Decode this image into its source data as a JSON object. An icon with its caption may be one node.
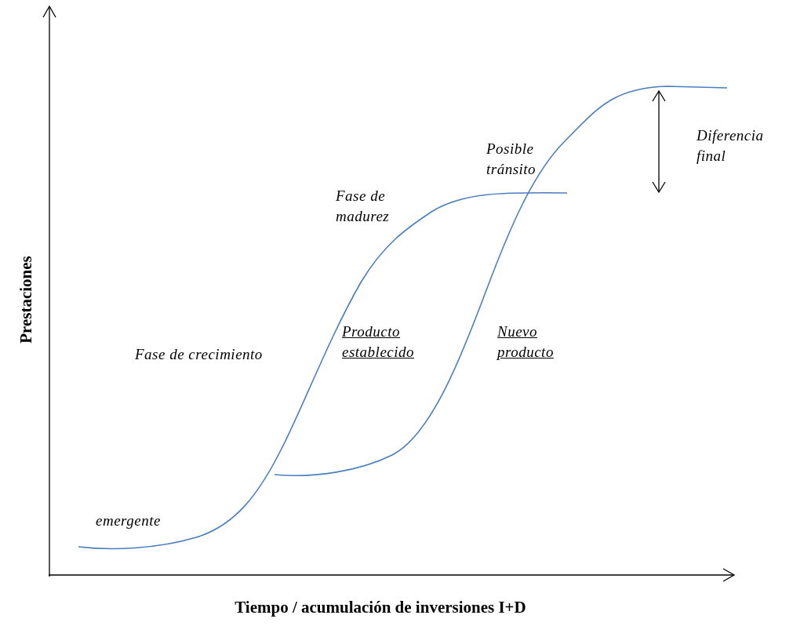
{
  "diagram": {
    "labels": [
      "Diferencia final",
      "Posible tránsito",
      "Fase de madurez",
      "Fase de crecimiento",
      "Producto establecido",
      "Nuevo producto",
      "emergente",
      "Tiempo / acumulación de inversiones I+D",
      "Prestaciones"
    ]
  }
}
